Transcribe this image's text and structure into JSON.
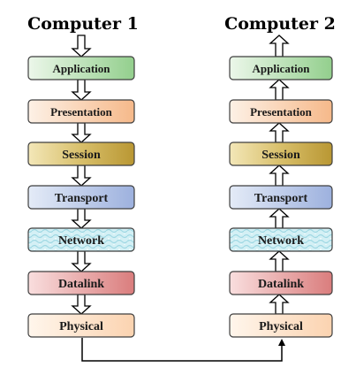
{
  "computers": [
    {
      "title": "Computer 1",
      "direction": "down",
      "layers": [
        "Application",
        "Presentation",
        "Session",
        "Transport",
        "Network",
        "Datalink",
        "Physical"
      ]
    },
    {
      "title": "Computer 2",
      "direction": "up",
      "layers": [
        "Application",
        "Presentation",
        "Session",
        "Transport",
        "Network",
        "Datalink",
        "Physical"
      ]
    }
  ],
  "layer_colors": {
    "Application": [
      "#ecf7ea",
      "#93cf8d"
    ],
    "Presentation": [
      "#fdf1e6",
      "#f6b98a"
    ],
    "Session": [
      "#f0e3b2",
      "#c4a446"
    ],
    "Transport": [
      "#e4ebf7",
      "#9db1de"
    ],
    "Network": [
      "#e6f6f9",
      "#a8dfe8"
    ],
    "Datalink": [
      "#f9dede",
      "#da7d7d"
    ],
    "Physical": [
      "#fff6ec",
      "#fbd3b0"
    ]
  }
}
